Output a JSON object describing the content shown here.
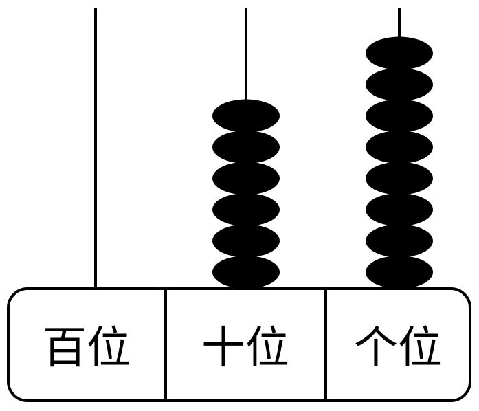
{
  "abacus": {
    "rods": [
      {
        "label": "百位",
        "bead_count": 0
      },
      {
        "label": "十位",
        "bead_count": 6
      },
      {
        "label": "个位",
        "bead_count": 8
      }
    ],
    "colors": {
      "bead": "#000000",
      "rod": "#000000",
      "frame": "#000000",
      "background": "#ffffff"
    }
  }
}
